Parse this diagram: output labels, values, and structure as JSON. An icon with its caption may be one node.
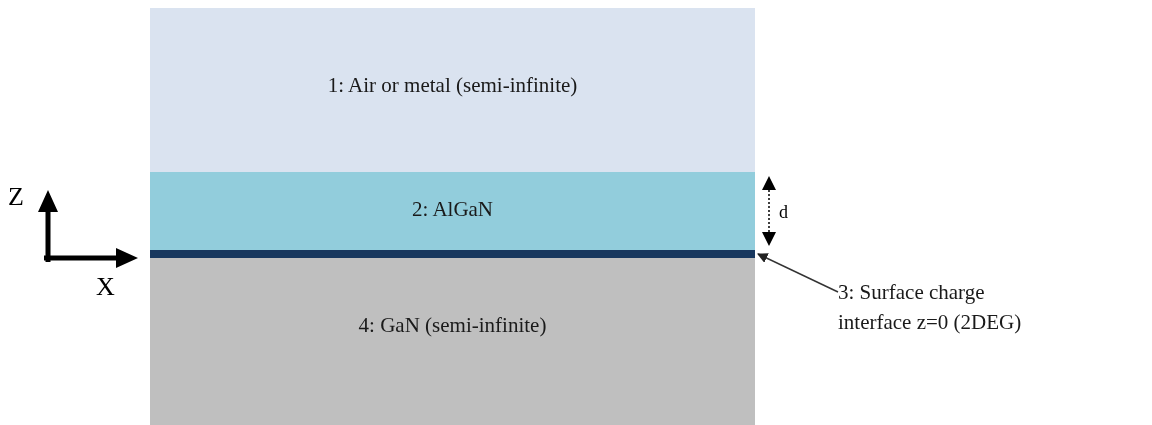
{
  "diagram": {
    "nodes": [
      {
        "text": [
          "1: Air or metal (semi-infinite)"
        ]
      },
      {
        "text": [
          "2: AlGaN"
        ]
      },
      {
        "text": [],
        "shape": "bar"
      },
      {
        "text": [
          "4: GaN (semi-infinite)"
        ]
      },
      {
        "text": [
          "3: Surface charge interface z=0 (2DEG)"
        ]
      }
    ],
    "edges": [
      {
        "from": 4,
        "to": 2,
        "arrow": "to"
      }
    ],
    "labels": [
      "Z",
      "X",
      "d"
    ]
  }
}
